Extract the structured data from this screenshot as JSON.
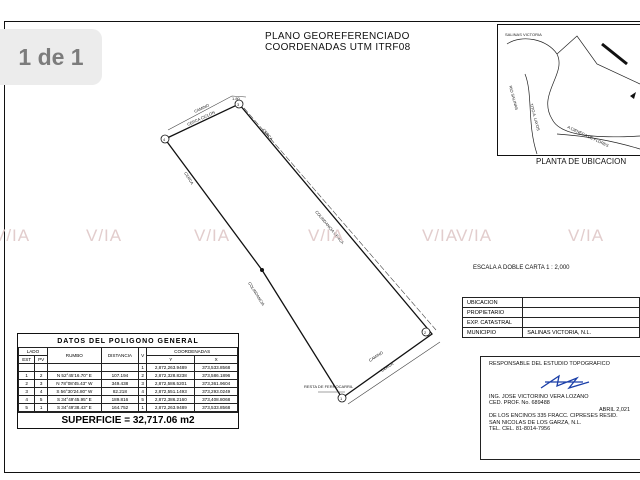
{
  "badge": {
    "label": "1 de 1"
  },
  "title": {
    "line1": "PLANO GEOREFERENCIADO",
    "line2": "COORDENADAS UTM ITRF08"
  },
  "watermark": {
    "text": "V/IA"
  },
  "location_map": {
    "caption": "PLANTA DE UBICACION",
    "labels": {
      "salinas": "SALINAS VICTORIA",
      "road_a": "A CIENEGA DE FLORES",
      "road_b": "RIO SALINAS",
      "road_c": "TITO A. LAYOS"
    }
  },
  "scale": {
    "text": "ESCALA A DOBLE CARTA 1 : 2,000"
  },
  "info_table": [
    {
      "key": "UBICACION",
      "value": ""
    },
    {
      "key": "PROPIETARIO",
      "value": ""
    },
    {
      "key": "EXP. CATASTRAL",
      "value": ""
    },
    {
      "key": "MUNICIPIO",
      "value": "SALINAS VICTORIA, N.L."
    }
  ],
  "responsible": {
    "title": "RESPONSABLE DEL ESTUDIO TOPOGRAFICO",
    "name": "ING. JOSE VICTORINO VERA LOZANO",
    "license": "CED. PROF. No. 689488",
    "date": "ABRIL 2,021",
    "address1": "DE LOS ENCINOS 335 FRACC. CIPRESES RESID.",
    "address2": "SAN NICOLAS DE LOS GARZA, N.L.",
    "phone": "TEL. CEL. 81-8014-7956"
  },
  "polygon": {
    "title": "DATOS DEL POLIGONO GENERAL",
    "headers": {
      "lado": "LADO",
      "est": "EST",
      "pv": "PV",
      "rumbo": "RUMBO",
      "distancia": "DISTANCIA",
      "v": "V",
      "coords": "COORDENADAS",
      "y": "Y",
      "x": "X"
    },
    "rows": [
      {
        "est": "",
        "pv": "",
        "rumbo": "",
        "dist": "",
        "v": "1",
        "y": "2,872,263.9489",
        "x": "373,533.8568"
      },
      {
        "est": "1",
        "pv": "2",
        "rumbo": "N 52°45'16.70\" E",
        "dist": "107.194",
        "v": "2",
        "y": "2,872,328.8238",
        "x": "373,586.1896"
      },
      {
        "est": "2",
        "pv": "3",
        "rumbo": "N 78°08'45.43\" W",
        "dist": "349.438",
        "v": "3",
        "y": "2,872,586.5201",
        "x": "373,361.9604"
      },
      {
        "est": "3",
        "pv": "4",
        "rumbo": "S 56°30'24.80\" W",
        "dist": "82.218",
        "v": "4",
        "y": "2,872,551.1493",
        "x": "373,293.0249"
      },
      {
        "est": "4",
        "pv": "5",
        "rumbo": "S 34°49'45.95\" E",
        "dist": "189.816",
        "v": "5",
        "y": "2,872,386.2160",
        "x": "373,408.8068"
      },
      {
        "est": "5",
        "pv": "1",
        "rumbo": "S 34°49'38.43\" E",
        "dist": "164.752",
        "v": "1",
        "y": "2,872,263.9489",
        "x": "373,533.8568"
      }
    ],
    "surface": "SUPERFICIE = 32,717.06 m2"
  },
  "plot": {
    "vertices": [
      "1",
      "2",
      "3",
      "4",
      "5"
    ],
    "labels": {
      "camino": "CAMINO",
      "cerca": "CERCA",
      "cerca_ciclon": "CERCA CICLON",
      "colindancia": "COLINDANCIA",
      "colindancia_cerca": "COLINDANCIA CERCA",
      "ferrocarril": "RESTA DE FERROCARRIL",
      "distance_top": "1.80"
    }
  }
}
